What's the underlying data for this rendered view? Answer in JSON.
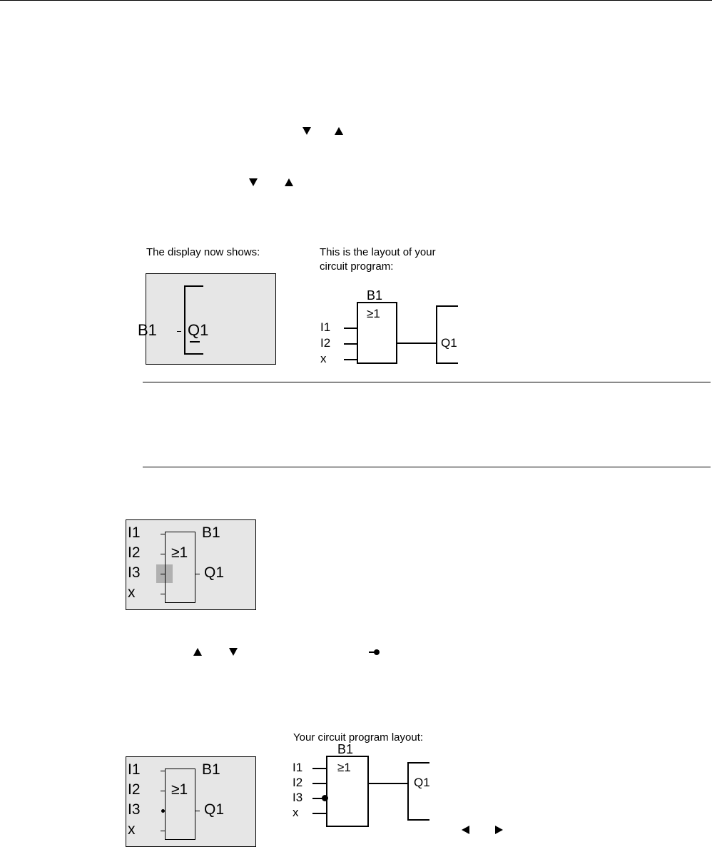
{
  "captions": {
    "display_now_shows": "The display now shows:",
    "layout_line1": "This is the layout of your",
    "layout_line2": "circuit program:",
    "your_layout": "Your circuit program layout:"
  },
  "display1": {
    "block": "B1",
    "output": "Q1"
  },
  "diagram1": {
    "block": "B1",
    "function": "≥1",
    "inputs": [
      "I1",
      "I2",
      "x"
    ],
    "output": "Q1"
  },
  "display2": {
    "inputs": [
      "I1",
      "I2",
      "I3",
      "x"
    ],
    "block": "B1",
    "function": "≥1",
    "output": "Q1"
  },
  "display3": {
    "inputs": [
      "I1",
      "I2",
      "I3",
      "x"
    ],
    "block": "B1",
    "function": "≥1",
    "output": "Q1"
  },
  "diagram2": {
    "block": "B1",
    "function": "≥1",
    "inputs": [
      "I1",
      "I2",
      "I3",
      "x"
    ],
    "output": "Q1"
  },
  "icons": [
    "down-arrow-icon",
    "up-arrow-icon",
    "negation-connector-icon",
    "left-arrow-icon",
    "right-arrow-icon"
  ]
}
